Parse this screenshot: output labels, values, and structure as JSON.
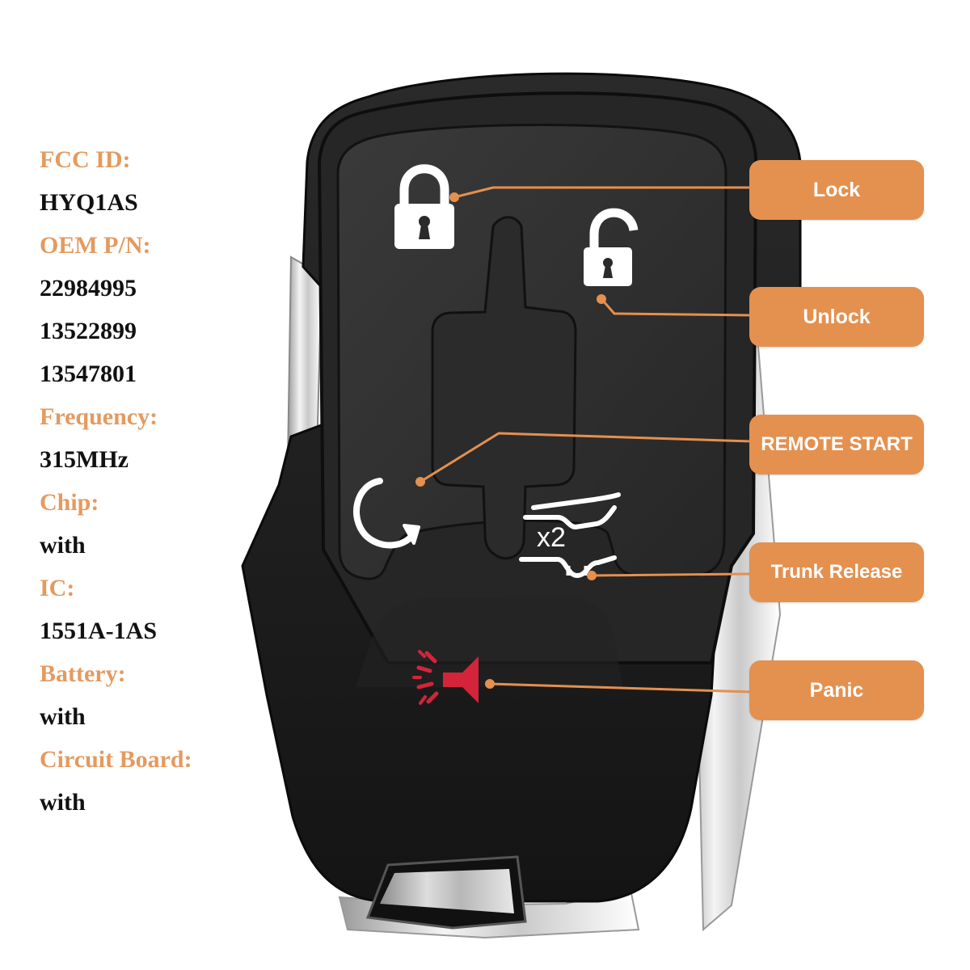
{
  "specs": [
    {
      "label": "FCC ID:",
      "values": [
        "HYQ1AS"
      ]
    },
    {
      "label": "OEM P/N:",
      "values": [
        "22984995",
        "13522899",
        "13547801"
      ]
    },
    {
      "label": "Frequency:",
      "values": [
        "315MHz"
      ]
    },
    {
      "label": "Chip:",
      "values": [
        "with"
      ]
    },
    {
      "label": "IC:",
      "values": [
        "1551A-1AS"
      ]
    },
    {
      "label": "Battery:",
      "values": [
        "with"
      ]
    },
    {
      "label": "Circuit Board:",
      "values": [
        "with"
      ]
    }
  ],
  "callouts": {
    "lock": "Lock",
    "unlock": "Unlock",
    "remote_start": "REMOTE START",
    "trunk_release": "Trunk Release",
    "panic": "Panic"
  },
  "buttons": {
    "trunk_badge": "x2"
  },
  "colors": {
    "accent_orange": "#e4904f",
    "label_orange": "#e49a5f",
    "fob_black": "#1e1e1e",
    "panic_red": "#d4243a"
  },
  "icons": [
    "lock-icon",
    "unlock-icon",
    "remote-start-icon",
    "trunk-release-icon",
    "panic-icon"
  ]
}
